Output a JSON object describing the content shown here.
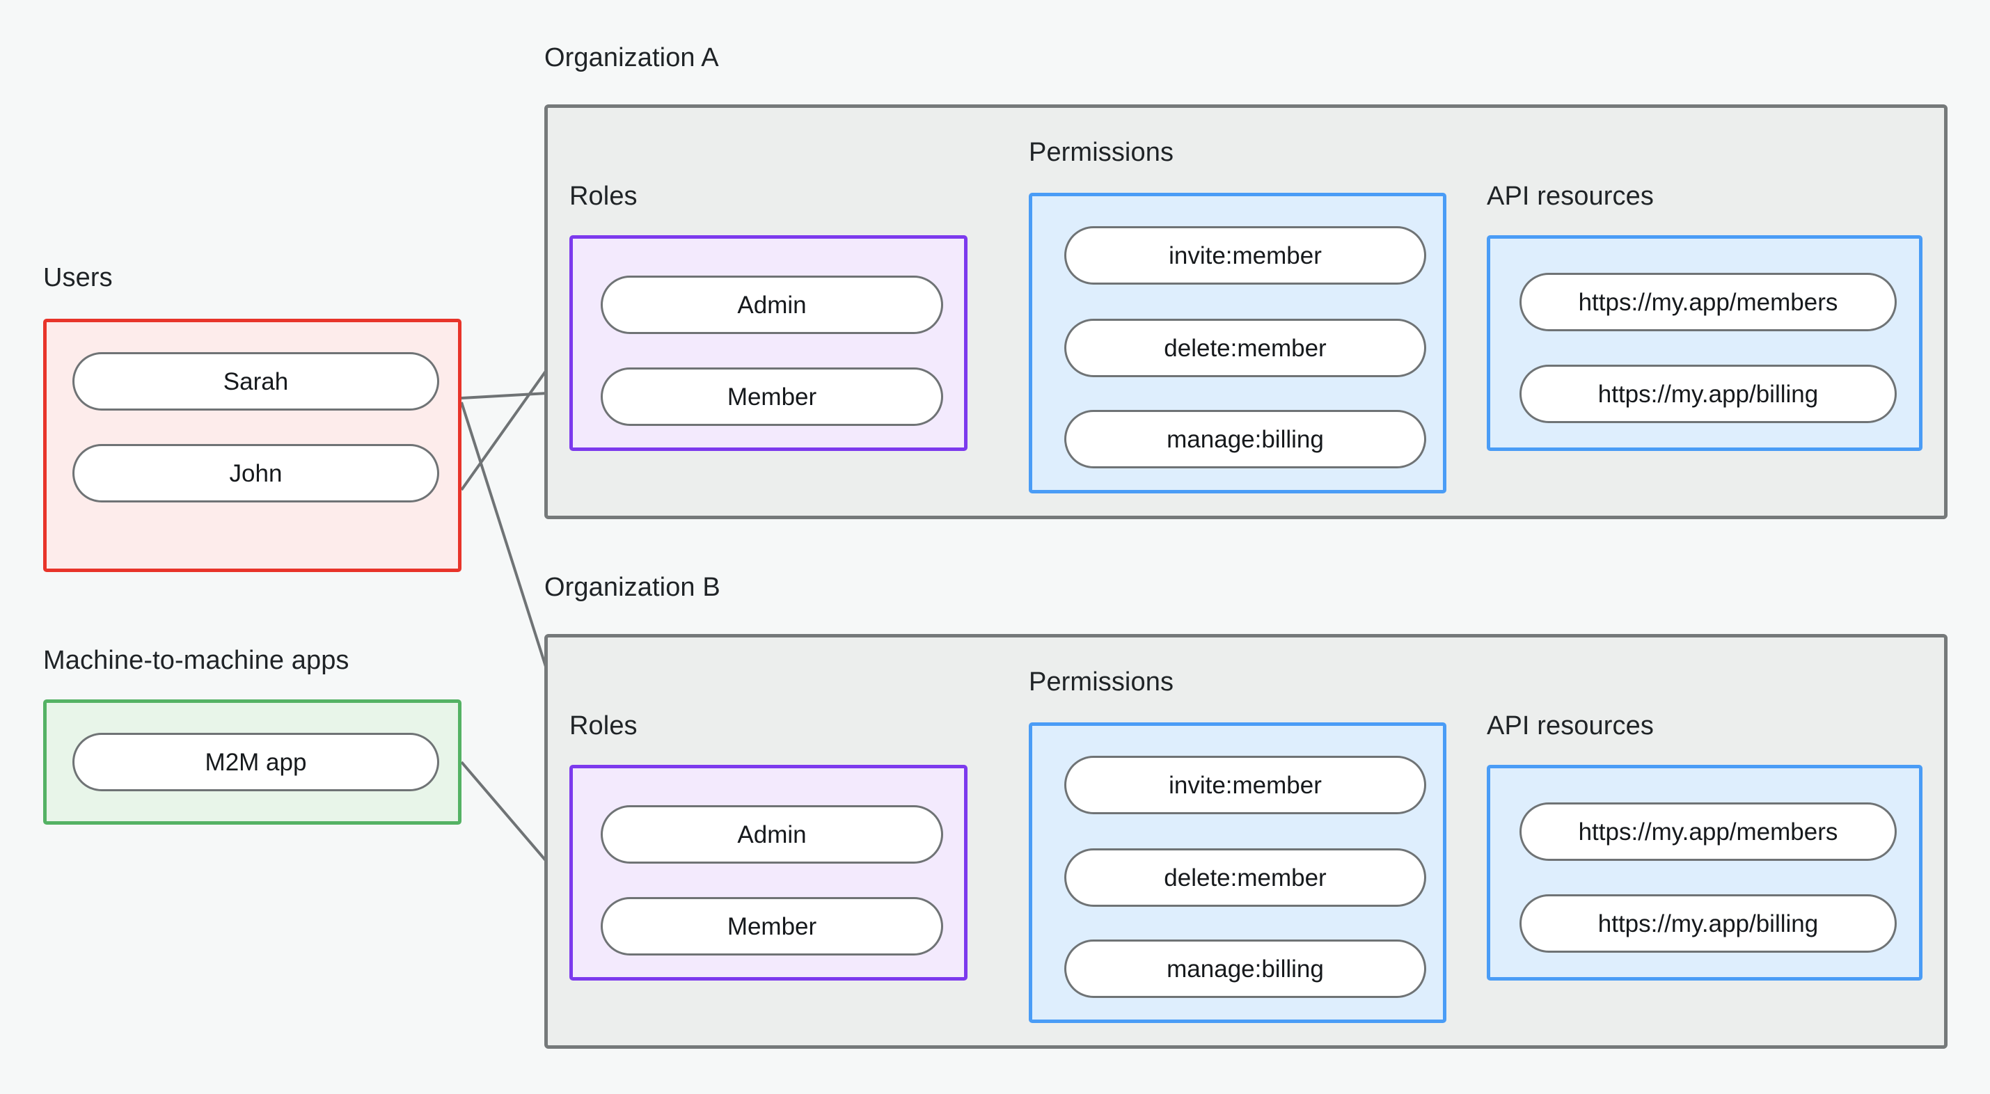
{
  "page": {
    "background_color": "#f6f8f8",
    "title": "Organization roles and permissions mapping"
  },
  "palette": {
    "users_border": "#e8342a",
    "users_fill": "#fdeceb",
    "m2m_border": "#54b264",
    "m2m_fill": "#e8f5e9",
    "roles_border": "#7c3aed",
    "roles_fill": "#f3eafd",
    "permissions_border": "#4a9cf6",
    "permissions_fill": "#deeefd",
    "api_border": "#4a9cf6",
    "api_fill": "#deeefd",
    "org_border": "#75797a",
    "org_fill": "#eceeed",
    "pill_border": "#6f7375",
    "pill_fill": "#ffffff",
    "connector": "#6f7375",
    "text": "#16191c"
  },
  "captions": {
    "users": "Users",
    "m2m": "Machine-to-machine apps",
    "org_a": "Organization A",
    "org_b": "Organization B",
    "roles_a": "Roles",
    "permissions_a": "Permissions",
    "api_a": "API resources",
    "roles_b": "Roles",
    "permissions_b": "Permissions",
    "api_b": "API resources"
  },
  "users": {
    "label": "Users",
    "items": [
      {
        "label": "Sarah"
      },
      {
        "label": "John"
      }
    ]
  },
  "m2m_apps": {
    "label": "Machine-to-machine apps",
    "items": [
      {
        "label": "M2M app"
      }
    ]
  },
  "organizations": [
    {
      "name": "Organization A",
      "roles": {
        "label": "Roles",
        "items": [
          {
            "label": "Admin"
          },
          {
            "label": "Member"
          }
        ]
      },
      "permissions": {
        "label": "Permissions",
        "items": [
          {
            "label": "invite:member"
          },
          {
            "label": "delete:member"
          },
          {
            "label": "manage:billing"
          }
        ]
      },
      "api_resources": {
        "label": "API resources",
        "items": [
          {
            "label": "https://my.app/members"
          },
          {
            "label": "https://my.app/billing"
          }
        ]
      }
    },
    {
      "name": "Organization B",
      "roles": {
        "label": "Roles",
        "items": [
          {
            "label": "Admin"
          },
          {
            "label": "Member"
          }
        ]
      },
      "permissions": {
        "label": "Permissions",
        "items": [
          {
            "label": "invite:member"
          },
          {
            "label": "delete:member"
          },
          {
            "label": "manage:billing"
          }
        ]
      },
      "api_resources": {
        "label": "API resources",
        "items": [
          {
            "label": "https://my.app/members"
          },
          {
            "label": "https://my.app/billing"
          }
        ]
      }
    }
  ],
  "connections": [
    {
      "from": "Sarah",
      "to": "Organization A / Member"
    },
    {
      "from": "John",
      "to": "Organization A / Admin"
    },
    {
      "from": "Sarah",
      "to": "Organization B / Admin"
    },
    {
      "from": "M2M app",
      "to": "Organization B / Member"
    },
    {
      "from": "Organization A / Admin",
      "to": "Organization A / invite:member"
    },
    {
      "from": "Organization A / Admin",
      "to": "Organization A / delete:member"
    },
    {
      "from": "Organization A / Member",
      "to": "Organization A / manage:billing"
    },
    {
      "from": "Organization A / invite:member",
      "to": "Organization A / https://my.app/members"
    },
    {
      "from": "Organization A / delete:member",
      "to": "Organization A / https://my.app/members"
    },
    {
      "from": "Organization A / manage:billing",
      "to": "Organization A / https://my.app/billing"
    },
    {
      "from": "Organization B / Admin",
      "to": "Organization B / invite:member"
    },
    {
      "from": "Organization B / Admin",
      "to": "Organization B / delete:member"
    },
    {
      "from": "Organization B / Member",
      "to": "Organization B / manage:billing"
    },
    {
      "from": "Organization B / invite:member",
      "to": "Organization B / https://my.app/members"
    },
    {
      "from": "Organization B / delete:member",
      "to": "Organization B / https://my.app/members"
    },
    {
      "from": "Organization B / manage:billing",
      "to": "Organization B / https://my.app/billing"
    }
  ]
}
